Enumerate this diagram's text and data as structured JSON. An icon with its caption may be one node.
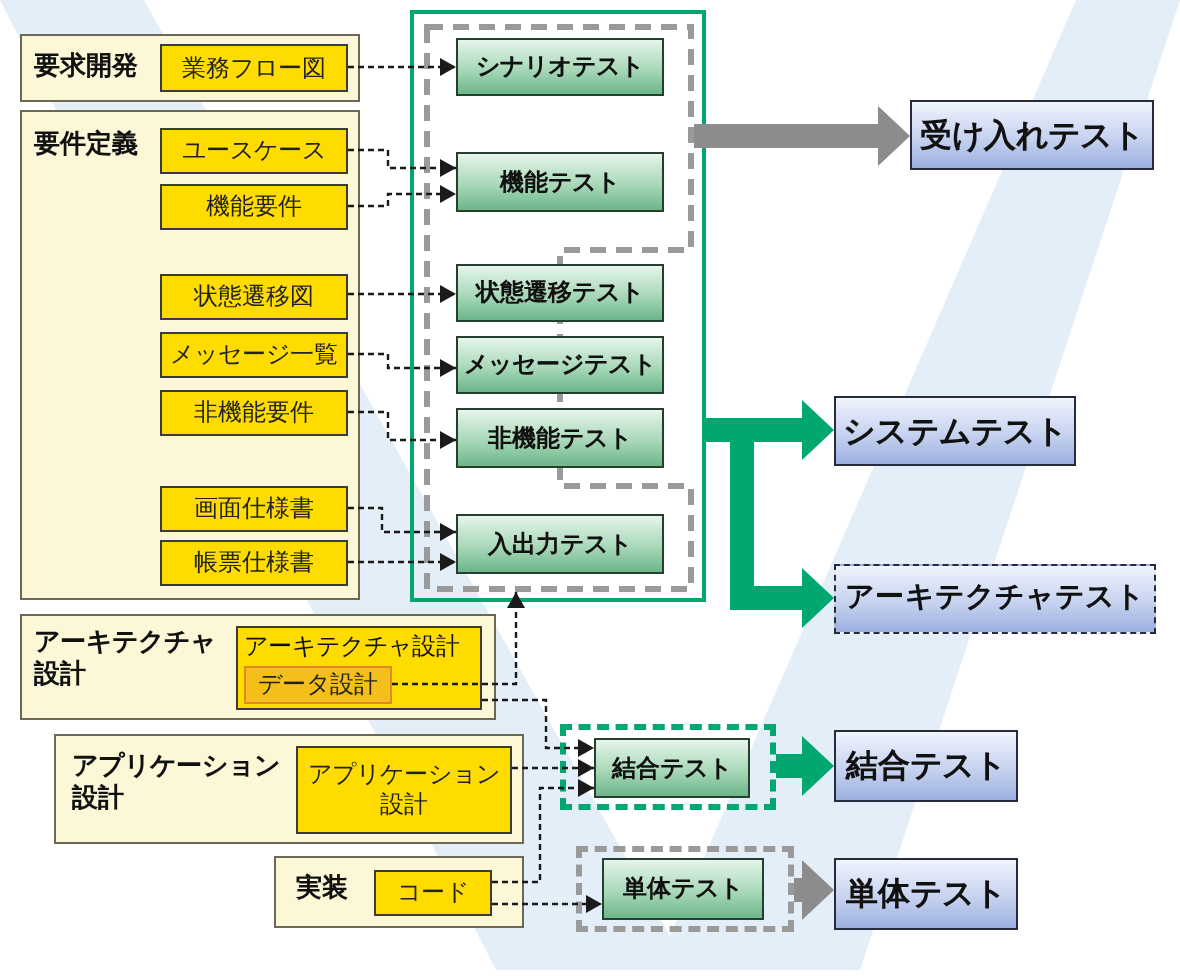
{
  "diagram": {
    "nodes": [
      {
        "text": [
          "要求開発"
        ]
      },
      {
        "text": [
          "業務フロー図"
        ],
        "in": 0
      },
      {
        "text": [
          "要件定義"
        ]
      },
      {
        "text": [
          "ユースケース"
        ],
        "in": 2
      },
      {
        "text": [
          "機能要件"
        ],
        "in": 2
      },
      {
        "text": [
          "状態遷移図"
        ],
        "in": 2
      },
      {
        "text": [
          "メッセージ一覧"
        ],
        "in": 2
      },
      {
        "text": [
          "非機能要件"
        ],
        "in": 2
      },
      {
        "text": [
          "画面仕様書"
        ],
        "in": 2
      },
      {
        "text": [
          "帳票仕様書"
        ],
        "in": 2
      },
      {
        "text": [],
        "shape": "box"
      },
      {
        "text": [],
        "shape": "box",
        "in": 10
      },
      {
        "text": [
          "シナリオテスト"
        ],
        "in": 11
      },
      {
        "text": [
          "機能テスト"
        ],
        "in": 11
      },
      {
        "text": [
          "状態遷移テスト"
        ],
        "in": 10
      },
      {
        "text": [
          "メッセージテスト"
        ],
        "in": 10
      },
      {
        "text": [
          "非機能テスト"
        ],
        "in": 10
      },
      {
        "text": [
          "入出力テスト"
        ],
        "in": 11
      },
      {
        "text": [
          "受け入れテスト"
        ]
      },
      {
        "text": [
          "システムテスト"
        ]
      },
      {
        "text": [
          "アーキテクチャテスト"
        ]
      },
      {
        "text": [
          "アーキテクチャ設計"
        ]
      },
      {
        "text": [
          "アーキテクチャ設計"
        ],
        "in": 21
      },
      {
        "text": [
          "データ設計"
        ],
        "in": 22
      },
      {
        "text": [
          "アプリケーション設計"
        ]
      },
      {
        "text": [
          "アプリケーション設計"
        ],
        "in": 24
      },
      {
        "text": [],
        "shape": "box"
      },
      {
        "text": [
          "結合テスト"
        ],
        "in": 26
      },
      {
        "text": [
          "結合テスト"
        ]
      },
      {
        "text": [
          "実装"
        ]
      },
      {
        "text": [
          "コード"
        ],
        "in": 29
      },
      {
        "text": [],
        "shape": "box"
      },
      {
        "text": [
          "単体テスト"
        ],
        "in": 31
      },
      {
        "text": [
          "単体テスト"
        ]
      }
    ],
    "edges": [
      {
        "from": 1,
        "to": 12,
        "arrow": "to",
        "style": "dashed"
      },
      {
        "from": 3,
        "to": 13,
        "arrow": "to",
        "style": "dashed"
      },
      {
        "from": 4,
        "to": 13,
        "arrow": "to",
        "style": "dashed"
      },
      {
        "from": 5,
        "to": 14,
        "arrow": "to",
        "style": "dashed"
      },
      {
        "from": 6,
        "to": 15,
        "arrow": "to",
        "style": "dashed"
      },
      {
        "from": 7,
        "to": 16,
        "arrow": "to",
        "style": "dashed"
      },
      {
        "from": 8,
        "to": 17,
        "arrow": "to",
        "style": "dashed"
      },
      {
        "from": 9,
        "to": 17,
        "arrow": "to",
        "style": "dashed"
      },
      {
        "from": 23,
        "to": 11,
        "arrow": "to",
        "style": "dashed"
      },
      {
        "from": 22,
        "to": 27,
        "arrow": "to",
        "style": "dashed"
      },
      {
        "from": 25,
        "to": 27,
        "arrow": "to",
        "style": "dashed"
      },
      {
        "from": 30,
        "to": 27,
        "arrow": "to",
        "style": "dashed"
      },
      {
        "from": 30,
        "to": 32,
        "arrow": "to",
        "style": "dashed"
      },
      {
        "from": 11,
        "to": 18,
        "arrow": "to",
        "style": "thick",
        "color": "#8c8c8c"
      },
      {
        "from": 10,
        "to": 19,
        "arrow": "to",
        "style": "thick",
        "color": "#00a870"
      },
      {
        "from": 10,
        "to": 20,
        "arrow": "to",
        "style": "thick",
        "color": "#00a870"
      },
      {
        "from": 26,
        "to": 28,
        "arrow": "to",
        "style": "thick",
        "color": "#00a870"
      },
      {
        "from": 31,
        "to": 33,
        "arrow": "to",
        "style": "thick",
        "color": "#8c8c8c"
      }
    ]
  }
}
